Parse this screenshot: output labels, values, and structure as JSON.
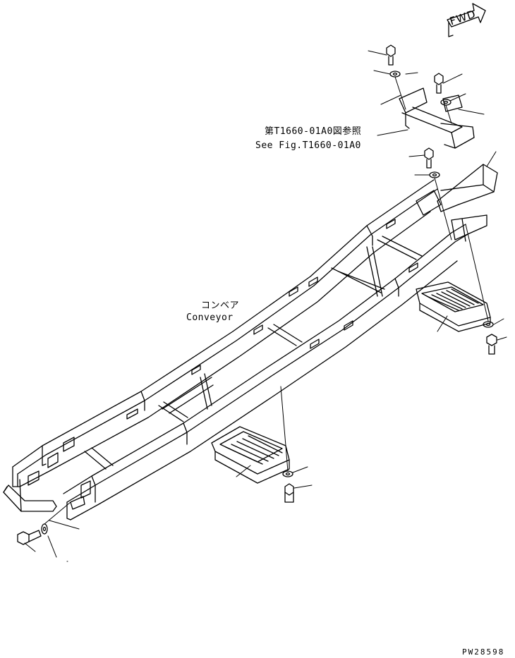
{
  "direction_arrow": {
    "label": "FWD"
  },
  "reference_callout": {
    "jp": "第T1660-01A0図参照",
    "en": "See Fig.T1660-01A0"
  },
  "component_label": {
    "jp": "コンベア",
    "en": "Conveyor"
  },
  "drawing_number": "PW28598",
  "colors": {
    "line": "#000000",
    "background": "#ffffff"
  }
}
